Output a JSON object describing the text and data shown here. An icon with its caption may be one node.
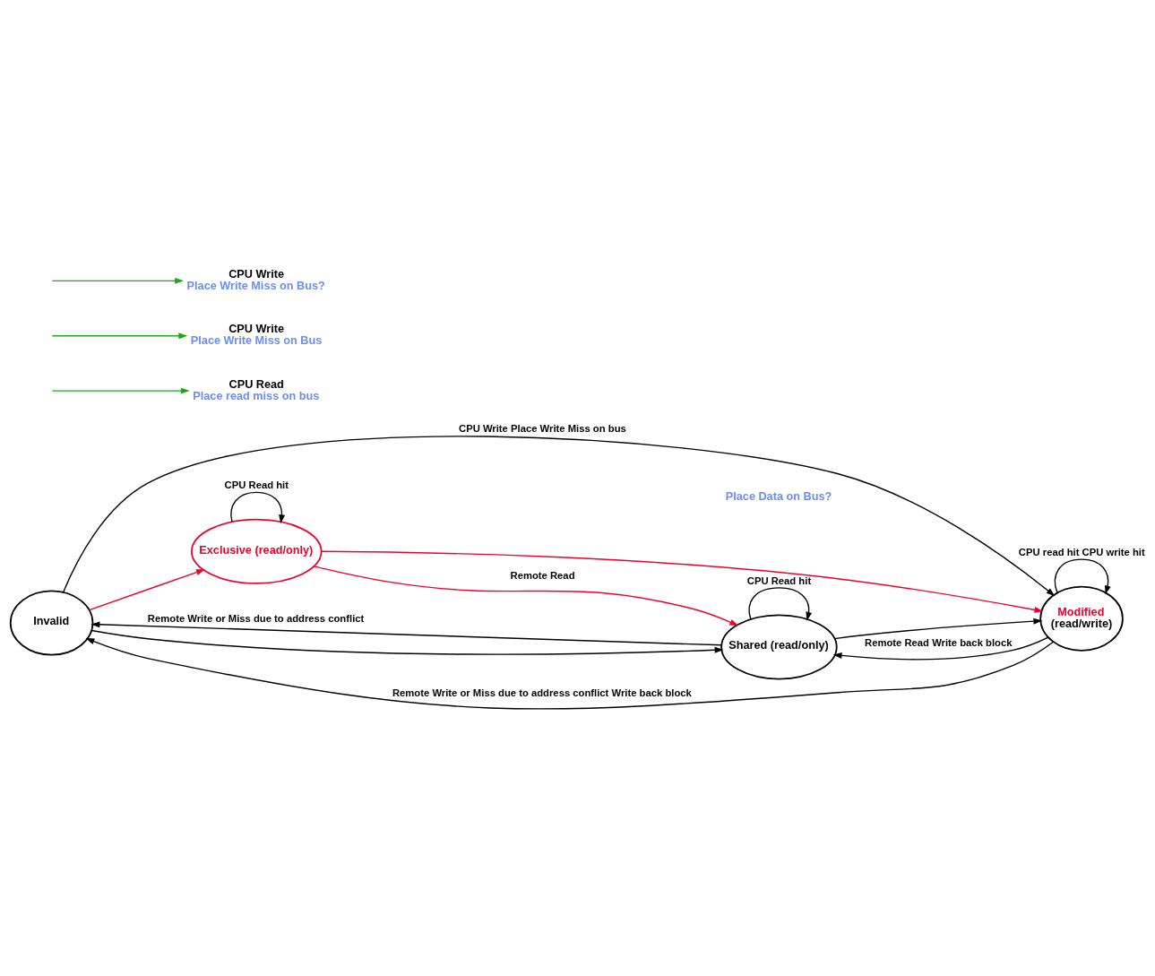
{
  "diagram": {
    "nodes": [
      {
        "text": [
          "Invalid"
        ]
      },
      {
        "text": [
          "Shared (read/only)"
        ]
      },
      {
        "text": [
          "Modified",
          "(read/write)"
        ]
      },
      {
        "text": [
          "Exclusive (read/only)"
        ]
      },
      {
        "text": [
          "CPU Read",
          "Place read miss on bus"
        ]
      },
      {
        "text": [
          "CPU Write",
          "Place Write Miss on Bus"
        ]
      },
      {
        "text": [
          "CPU Write",
          "Place Write Miss on Bus?"
        ]
      }
    ],
    "edges": [
      {
        "from": 1,
        "to": 0,
        "arrow": "to",
        "label": "Remote Write or Miss due to address conflict"
      },
      {
        "from": 0,
        "to": 1,
        "arrow": "to"
      },
      {
        "from": 2,
        "to": 0,
        "arrow": "to",
        "label": "Remote Write or Miss due to address conflict Write back block"
      },
      {
        "from": 0,
        "to": 2,
        "arrow": "to",
        "label": "CPU Write Place Write Miss on bus"
      },
      {
        "from": 2,
        "to": 1,
        "arrow": "to",
        "label": "Remote Read Write back block"
      },
      {
        "from": 1,
        "to": 2,
        "arrow": "to"
      },
      {
        "from": 0,
        "to": 3,
        "arrow": "to",
        "color": "#f0002a"
      },
      {
        "from": 3,
        "to": 1,
        "arrow": "to",
        "color": "#f0002a",
        "label": "Remote Read"
      },
      {
        "from": 3,
        "to": 2,
        "arrow": "to",
        "color": "#f0002a"
      },
      {
        "from": 1,
        "to": 1,
        "arrow": "to",
        "label": "CPU Read hit"
      },
      {
        "from": 2,
        "to": 2,
        "arrow": "to",
        "label": "CPU read hit CPU write hit"
      },
      {
        "from": 3,
        "to": 3,
        "arrow": "to",
        "label": "CPU Read hit"
      },
      {
        "from": null,
        "to": 4,
        "arrow": "to",
        "color": "#1aa71a"
      },
      {
        "from": null,
        "to": 5,
        "arrow": "to",
        "color": "#1aa71a"
      },
      {
        "from": null,
        "to": 6,
        "arrow": "to",
        "color": "#1aa71a"
      }
    ],
    "labels": [
      "Place Data on Bus?"
    ]
  }
}
